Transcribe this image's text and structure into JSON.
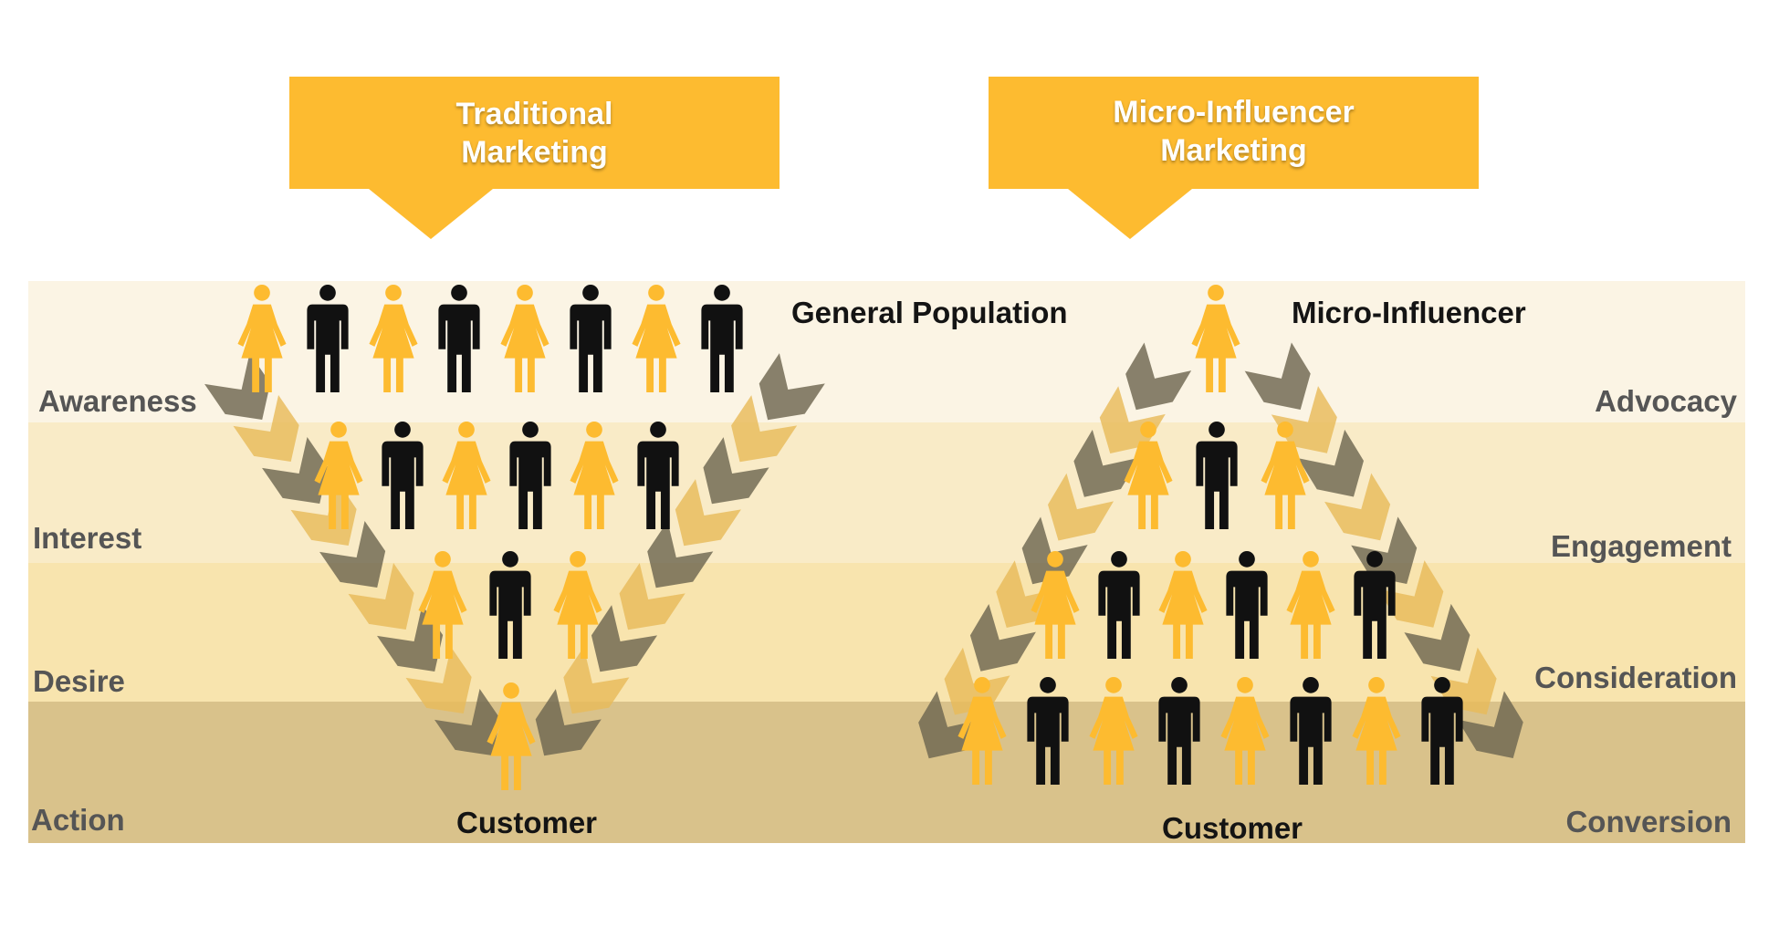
{
  "traditional": {
    "title_line1": "Traditional",
    "title_line2": "Marketing",
    "top_label": "General Population",
    "bottom_label": "Customer",
    "stages": [
      "Awareness",
      "Interest",
      "Desire",
      "Action"
    ]
  },
  "micro": {
    "title_line1": "Micro-Influencer",
    "title_line2": "Marketing",
    "top_label": "Micro-Influencer",
    "bottom_label": "Customer",
    "stages": [
      "Advocacy",
      "Engagement",
      "Consideration",
      "Conversion"
    ]
  },
  "colors": {
    "accent": "#FDBB30",
    "band1": "#FBF4E4",
    "band2": "#F9EBC7",
    "band3": "#F8E4AE",
    "band4": "#D9C28B",
    "figure_dark": "#111111",
    "chevron_dark": "#6E6650",
    "chevron_light": "#E8BB5A"
  },
  "people": {
    "traditional_rows": [
      "FMFMFMFM",
      "FMFMFM",
      "FMF",
      "F"
    ],
    "micro_rows": [
      "F",
      "FMF",
      "FMFMFM",
      "FMFMFMFM"
    ]
  }
}
